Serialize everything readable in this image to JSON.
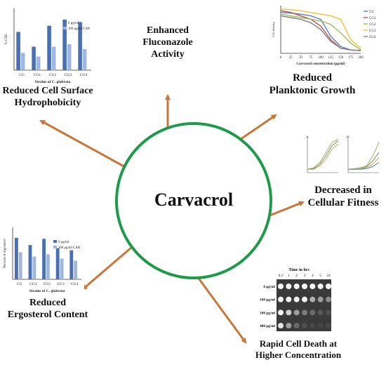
{
  "center": {
    "label": "Carvacrol",
    "ring_color": "#1f9a4a"
  },
  "arrow_color": "#c9763a",
  "effects": [
    {
      "id": "fluconazole",
      "lines": [
        "Enhanced",
        "Fluconazole",
        "Activity"
      ]
    },
    {
      "id": "planktonic",
      "lines": [
        "Reduced",
        "Planktonic Growth"
      ]
    },
    {
      "id": "fitness",
      "lines": [
        "Decreased in",
        "Cellular Fitness"
      ]
    },
    {
      "id": "death",
      "lines": [
        "Rapid Cell Death at",
        "Higher Concentration"
      ]
    },
    {
      "id": "ergosterol",
      "lines": [
        "Reduced",
        "Ergosterol Content"
      ]
    },
    {
      "id": "hydrophobicity",
      "lines": [
        "Reduced Cell Surface",
        "Hydrophobicity"
      ]
    }
  ],
  "thumb_hydrophobicity": {
    "ylabel": "% CSH",
    "xlabel": "Strains of C. glabrata",
    "categories": [
      "CG",
      "CG1",
      "CG2",
      "CG3",
      "CG4"
    ],
    "legend": [
      "0 µg/ml",
      "100 µg/ml CAR"
    ],
    "series": [
      {
        "values": [
          62,
          38,
          72,
          82,
          78
        ]
      },
      {
        "values": [
          28,
          22,
          38,
          42,
          34
        ]
      }
    ],
    "colors": [
      "#4a6fb3",
      "#9fb6dd"
    ]
  },
  "thumb_ergosterol": {
    "ylabel": "Percent of ergosterol",
    "xlabel": "Strains of C. glabrata",
    "categories": [
      "CG",
      "CG1",
      "CG2",
      "CG3",
      "CG4"
    ],
    "legend": [
      "0 µg/ml",
      "100 µg/ml CAR"
    ],
    "series": [
      {
        "values": [
          80,
          66,
          78,
          60,
          56
        ]
      },
      {
        "values": [
          52,
          44,
          48,
          40,
          36
        ]
      }
    ],
    "colors": [
      "#4a6fb3",
      "#9fb6dd"
    ]
  },
  "thumb_planktonic": {
    "ylabel": "Cell density",
    "xlabel": "Carvacrol concentration (µg/ml)",
    "ticks": [
      "0",
      "25",
      "50",
      "75",
      "100",
      "125",
      "150",
      "175",
      "200"
    ],
    "legend": [
      "CG",
      "CG1",
      "CG2",
      "CG3",
      "CG4"
    ],
    "colors": [
      "#5b7fc7",
      "#c0504d",
      "#9bbb59",
      "#f1c232",
      "#7f7f7f"
    ],
    "series": [
      {
        "values": [
          1.2,
          1.18,
          1.15,
          1.1,
          1.0,
          0.5,
          0.2,
          0.1,
          0.08
        ]
      },
      {
        "values": [
          1.25,
          1.2,
          1.1,
          1.0,
          0.8,
          0.4,
          0.15,
          0.1,
          0.08
        ]
      },
      {
        "values": [
          1.15,
          1.1,
          1.05,
          1.0,
          0.95,
          0.85,
          0.6,
          0.3,
          0.1
        ]
      },
      {
        "values": [
          1.3,
          1.28,
          1.25,
          1.2,
          1.15,
          1.1,
          1.0,
          0.4,
          0.15
        ]
      },
      {
        "values": [
          1.1,
          1.05,
          1.0,
          0.9,
          0.7,
          0.35,
          0.15,
          0.1,
          0.08
        ]
      }
    ]
  },
  "thumb_fitness": {
    "panel_a": "A",
    "panel_b": "B",
    "colors": [
      "#9bbb59",
      "#7f7f7f",
      "#c9a94a",
      "#5b7fc7"
    ],
    "a_series": [
      {
        "values": [
          0.1,
          0.15,
          0.3,
          0.6,
          0.9,
          1.0
        ]
      },
      {
        "values": [
          0.1,
          0.12,
          0.25,
          0.5,
          0.8,
          0.95
        ]
      },
      {
        "values": [
          0.1,
          0.1,
          0.2,
          0.4,
          0.7,
          0.85
        ]
      }
    ],
    "b_series": [
      {
        "values": [
          0.1,
          0.12,
          0.15,
          0.2,
          0.5,
          0.9
        ]
      },
      {
        "values": [
          0.1,
          0.1,
          0.12,
          0.18,
          0.35,
          0.6
        ]
      },
      {
        "values": [
          0.1,
          0.1,
          0.11,
          0.15,
          0.25,
          0.45
        ]
      },
      {
        "values": [
          0.1,
          0.1,
          0.1,
          0.12,
          0.18,
          0.3
        ]
      }
    ]
  },
  "thumb_death": {
    "title": "Time in hrs",
    "times": [
      "0.5",
      "1",
      "2",
      "3",
      "4",
      "5",
      "24"
    ],
    "rows": [
      "0 µg/ml",
      "100 µg/ml",
      "200 µg/ml",
      "400 µg/ml"
    ],
    "colonies": [
      [
        1,
        1,
        1,
        1,
        1,
        1,
        1
      ],
      [
        1,
        1,
        1,
        1,
        0.6,
        0.5,
        0.4
      ],
      [
        1,
        0.8,
        0.5,
        0.3,
        0.2,
        0.1,
        0.05
      ],
      [
        0.9,
        0.5,
        0.2,
        0.05,
        0,
        0,
        0
      ]
    ]
  }
}
